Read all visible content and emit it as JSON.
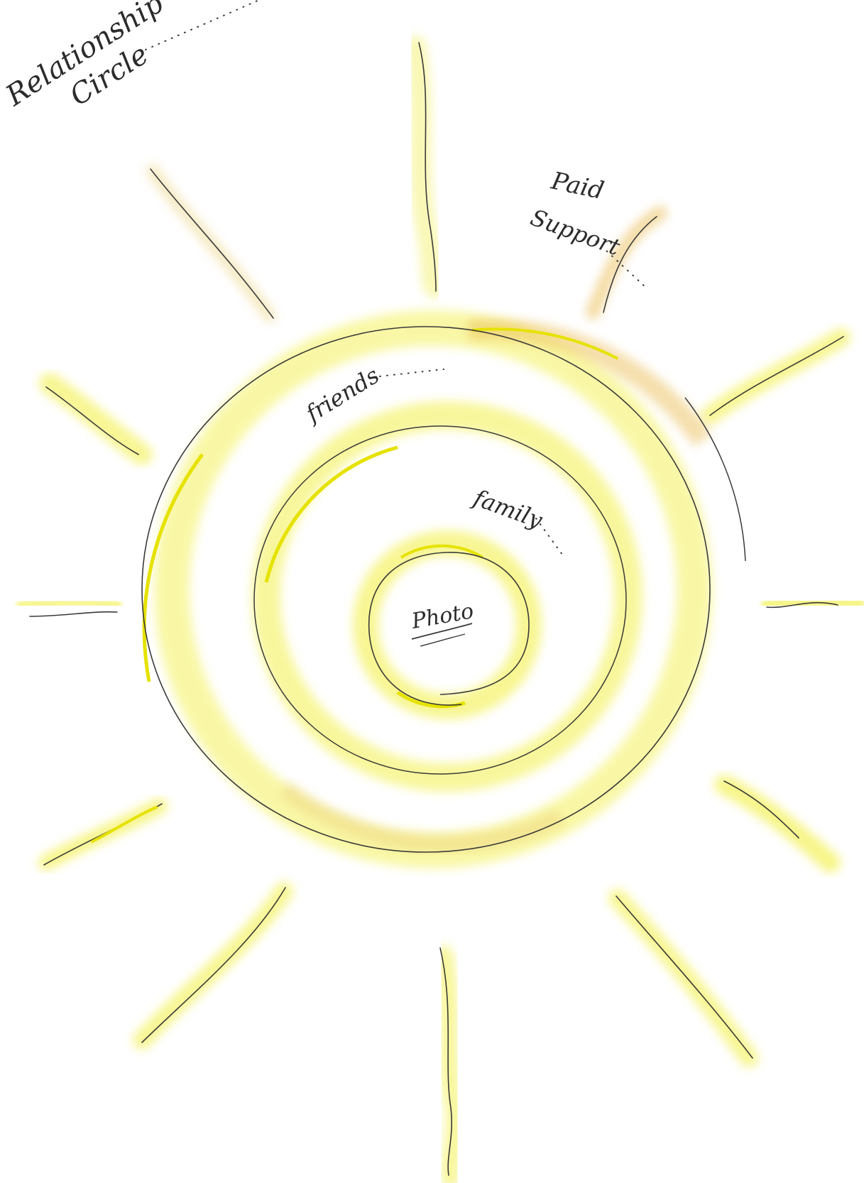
{
  "title": {
    "line1": "Relationship",
    "line2": "Circle"
  },
  "rings": {
    "center": "Photo",
    "inner": "family",
    "middle": "friends",
    "outer_line1": "Paid",
    "outer_line2": "Support"
  },
  "colors": {
    "paper": "#ffffff",
    "pencil": "#3a3a3a",
    "yellow": "#f2ef3a",
    "yellow_light": "#f7f59a",
    "orange": "#e9c25c"
  }
}
